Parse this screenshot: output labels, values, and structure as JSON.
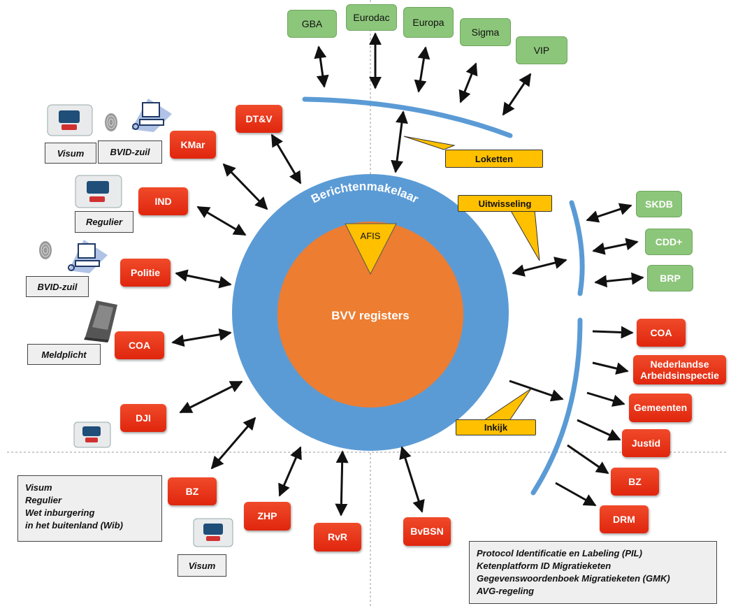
{
  "core": {
    "ring_label": "Berichtenmakelaar",
    "center_label": "BVV registers",
    "afis_label": "AFIS"
  },
  "top_systems": [
    "GBA",
    "Eurodac",
    "Europa",
    "Sigma",
    "VIP"
  ],
  "right_systems": [
    "SKDB",
    "CDD+",
    "BRP"
  ],
  "left_parties": [
    "DT&V",
    "KMar",
    "IND",
    "Politie",
    "COA",
    "DJI",
    "BZ",
    "ZHP",
    "RvR",
    "BvBSN"
  ],
  "right_parties": [
    "COA",
    "Nederlandse Arbeidsinspectie",
    "Gemeenten",
    "Justid",
    "BZ",
    "DRM"
  ],
  "callouts": {
    "loketten": "Loketten",
    "uitwisseling": "Uitwisseling",
    "inkijk": "Inkijk"
  },
  "labels": {
    "visum": "Visum",
    "bvid_zuil": "BVID-zuil",
    "regulier": "Regulier",
    "bvid_zuil_2": "BVID-zuil",
    "meldplicht": "Meldplicht",
    "visum_bottom": "Visum"
  },
  "notes": {
    "left_list": [
      "Visum",
      "Regulier",
      "Wet inburgering",
      "in het buitenland (Wib)"
    ],
    "right_list": [
      "Protocol Identificatie en Labeling (PIL)",
      "Ketenplatform ID Migratieketen",
      "Gegevenswoordenboek Migratieketen (GMK)",
      "AVG-regeling"
    ]
  },
  "colors": {
    "ring": "#5b9bd5",
    "core": "#ed7d31",
    "party_red": "#e8301a",
    "system_green": "#8cc67a",
    "callout_yellow": "#ffc000"
  },
  "icons": [
    "fingerprint-scanner-icon",
    "fingerprint-icon",
    "computer-terminal-icon",
    "meldplicht-terminal-icon"
  ]
}
